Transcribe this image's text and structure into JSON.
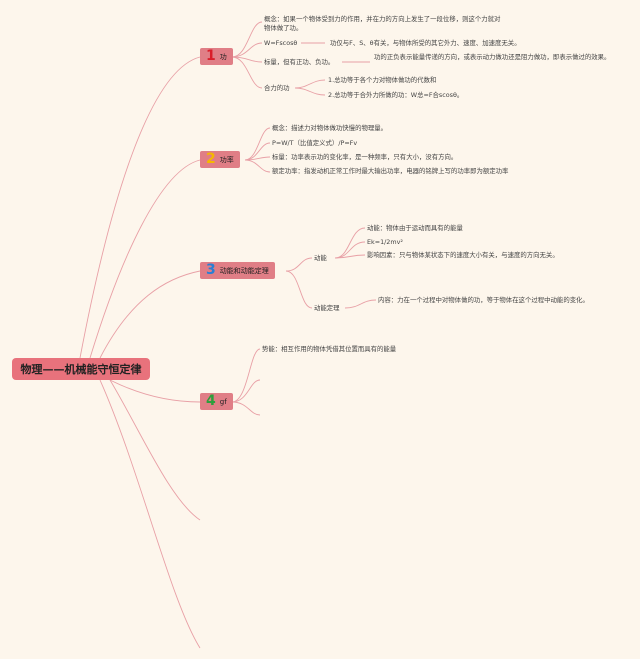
{
  "root": "物理——机械能守恒定律",
  "colors": {
    "background": "#fdf6ec",
    "node_fill": "#e07e86",
    "line": "#e8a0a6",
    "num1": "#d91e2a",
    "num2": "#f5b800",
    "num3": "#2a7fd4",
    "num4": "#2e9e3c"
  },
  "branches": [
    {
      "num": "1",
      "label": "功",
      "items": {
        "concept": "概念：如果一个物体受到力的作用，并在力的方向上发生了一段位移，则这个力就对物体做了功。",
        "formula": "W=Fscosθ",
        "formula_note": "功仅与F、S、θ有关，与物体所受的其它外力、速度、加速度无关。",
        "scalar": "标量，但有正功、负功。",
        "scalar_note": "功的正负表示能量传递的方向，或表示动力做功还是阻力做功，即表示做过的效果。",
        "resultant": "合力的功",
        "resultant_1": "1.总功等于各个力对物体做功的代数和",
        "resultant_2": "2.总功等于合外力所做的功：W总=F合scosθ。"
      }
    },
    {
      "num": "2",
      "label": "功率",
      "items": {
        "concept": "概念：描述力对物体做功快慢的物理量。",
        "formula": "P=W/T（比值定义式）/P=Fv",
        "scalar": "标量：功率表示功的变化率，是一种频率，只有大小，没有方向。",
        "rated": "额定功率：指发动机正常工作时最大输出功率，电器的铭牌上写的功率即为额定功率"
      }
    },
    {
      "num": "3",
      "label": "动能和动能定理",
      "items": {
        "ke": "动能",
        "ke_1": "动能：物体由于运动而具有的能量",
        "ke_2": "Ek=1/2mv²",
        "ke_3": "影响因素：只与物体某状态下的速度大小有关，与速度的方向无关。",
        "theorem": "动能定理",
        "theorem_1": "内容：力在一个过程中对物体做的功，等于物体在这个过程中动能的变化。"
      }
    },
    {
      "num": "4",
      "label": "gf",
      "items": {
        "pe": "势能：相互作用的物体凭借其位置而具有的能量"
      }
    }
  ]
}
